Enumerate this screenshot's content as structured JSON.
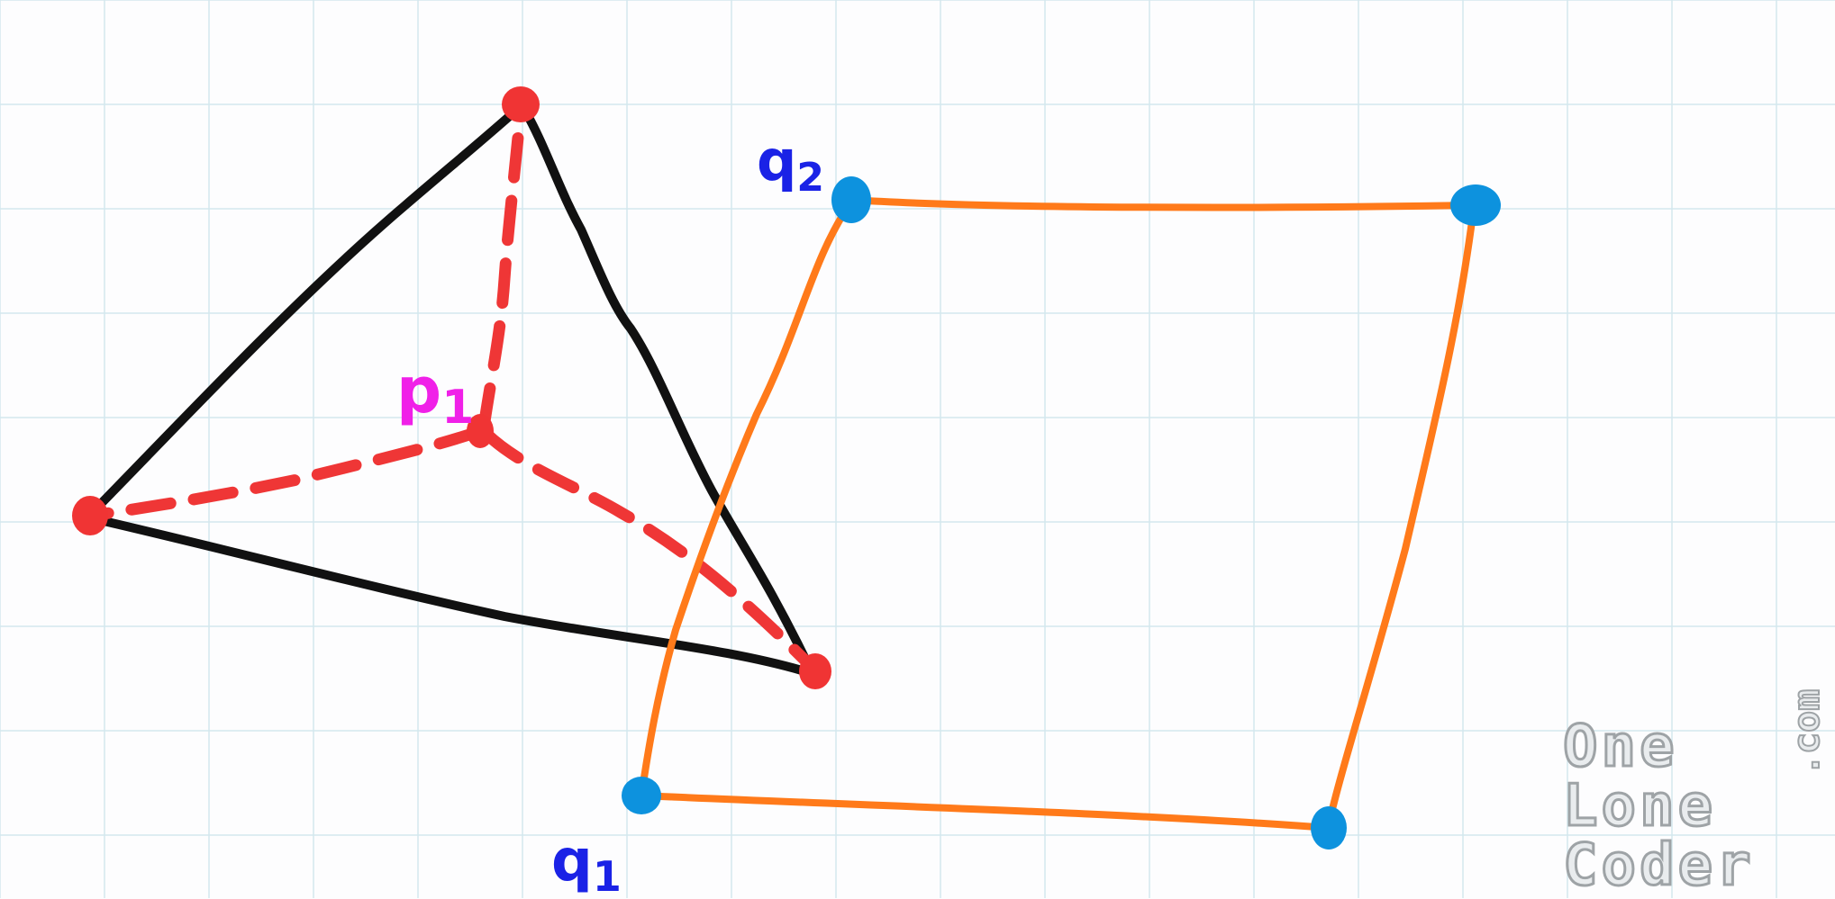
{
  "labels": {
    "p1": "p1",
    "q1": "q1",
    "q2": "q2"
  },
  "watermark": {
    "line1": "One",
    "line2": "Lone",
    "line3": "Coder",
    "suffix": ".com"
  },
  "colors": {
    "grid": "#d4e8ee",
    "triangle_edge": "#111111",
    "triangle_vertex": "#f03434",
    "dashed_line": "#ef3636",
    "p1_label": "#f020e8",
    "quad_edge": "#ff7a1a",
    "quad_vertex": "#0d92de",
    "q_label": "#1a22e6"
  }
}
